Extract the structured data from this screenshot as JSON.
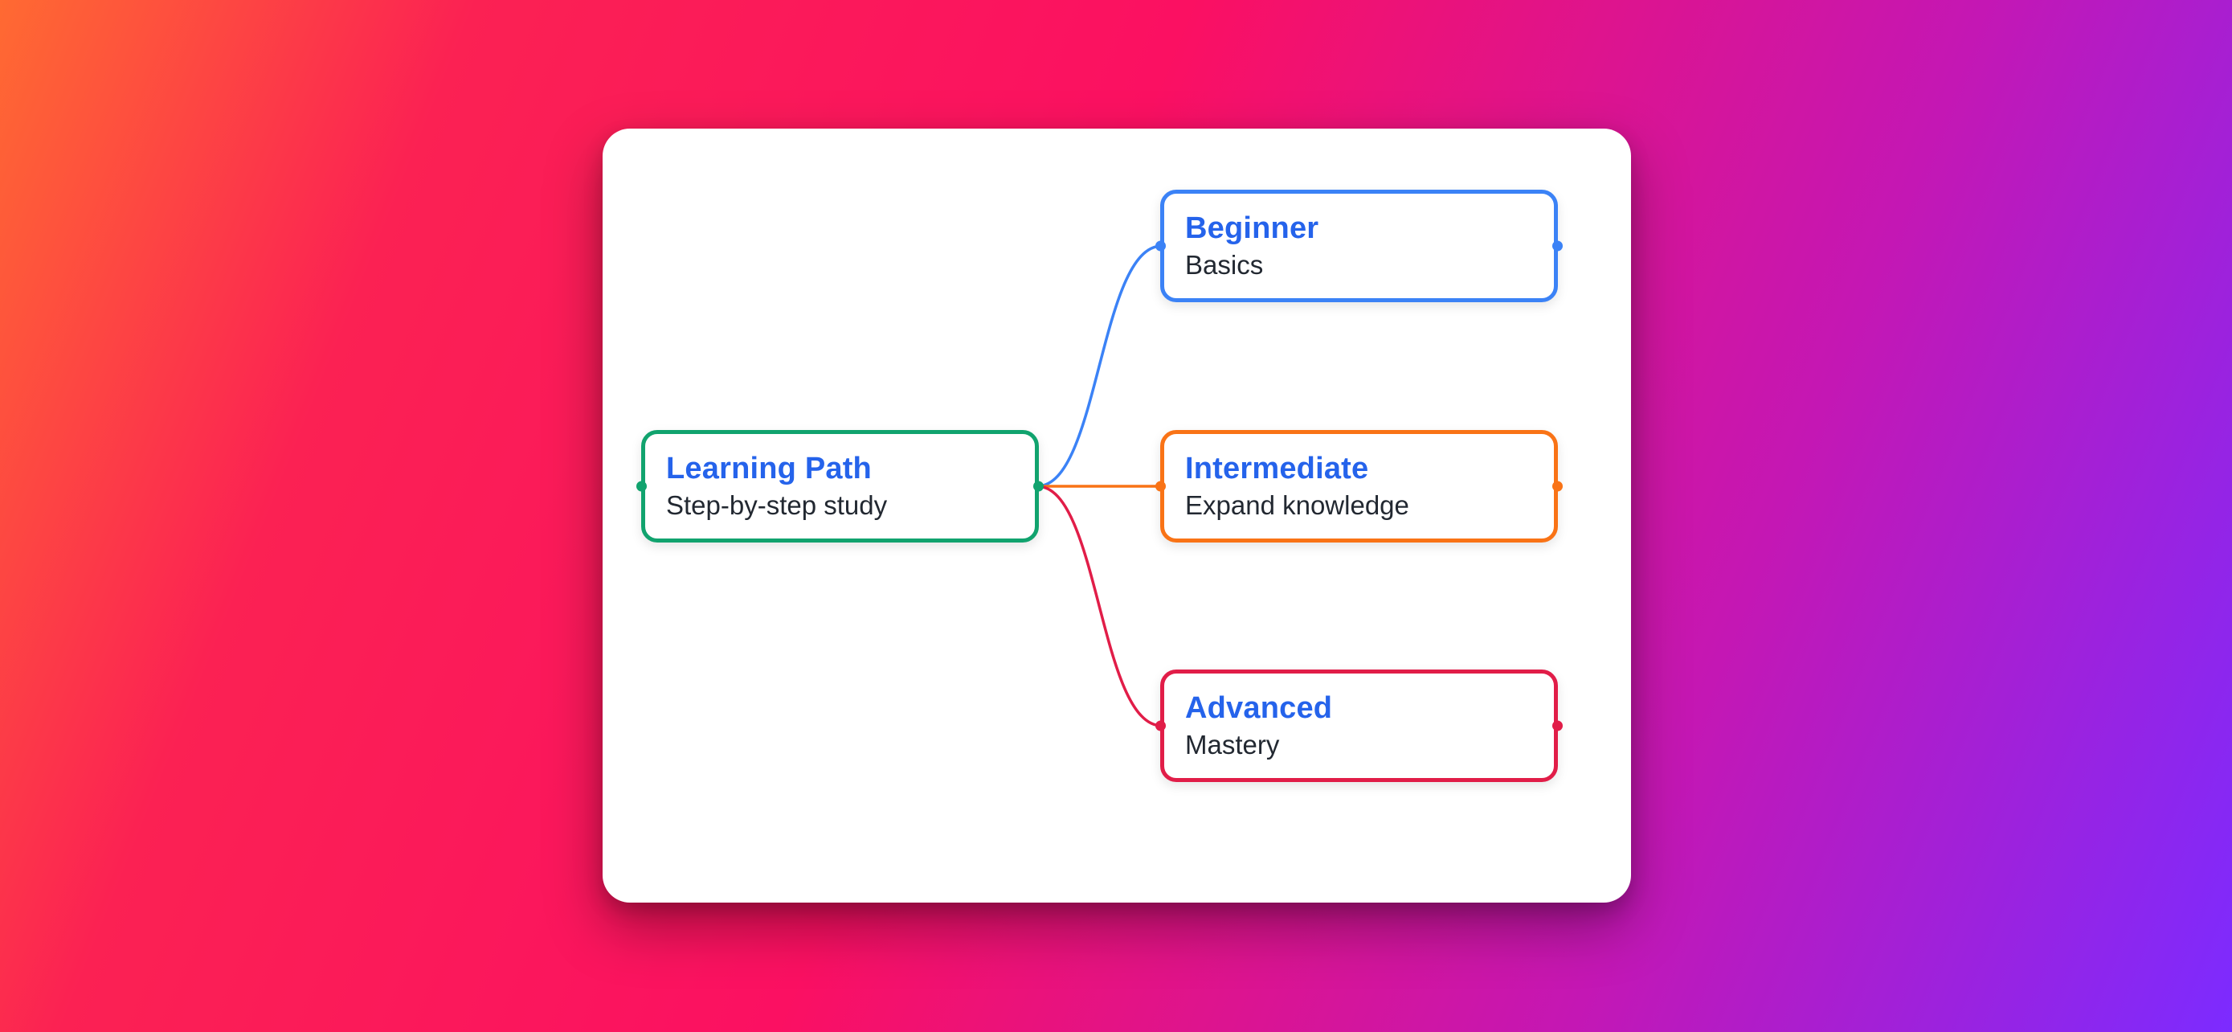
{
  "background": {
    "gradient_stops": [
      "#ff6a32",
      "#fb2153",
      "#fb1062",
      "#c417b4",
      "#7c2bff"
    ],
    "card_background": "#ffffff"
  },
  "mindmap": {
    "title_color": "#2563eb",
    "subtitle_color": "#222831",
    "root": {
      "id": "learning-path",
      "title": "Learning Path",
      "subtitle": "Step-by-step study",
      "accent": "#11a36e"
    },
    "children": [
      {
        "id": "beginner",
        "title": "Beginner",
        "subtitle": "Basics",
        "accent": "#3b82f6"
      },
      {
        "id": "intermediate",
        "title": "Intermediate",
        "subtitle": "Expand knowledge",
        "accent": "#f97316"
      },
      {
        "id": "advanced",
        "title": "Advanced",
        "subtitle": "Mastery",
        "accent": "#e11d48"
      }
    ],
    "edges": [
      {
        "from": "learning-path",
        "to": "beginner",
        "color": "#3b82f6"
      },
      {
        "from": "learning-path",
        "to": "intermediate",
        "color": "#f97316"
      },
      {
        "from": "learning-path",
        "to": "advanced",
        "color": "#e11d48"
      }
    ]
  }
}
